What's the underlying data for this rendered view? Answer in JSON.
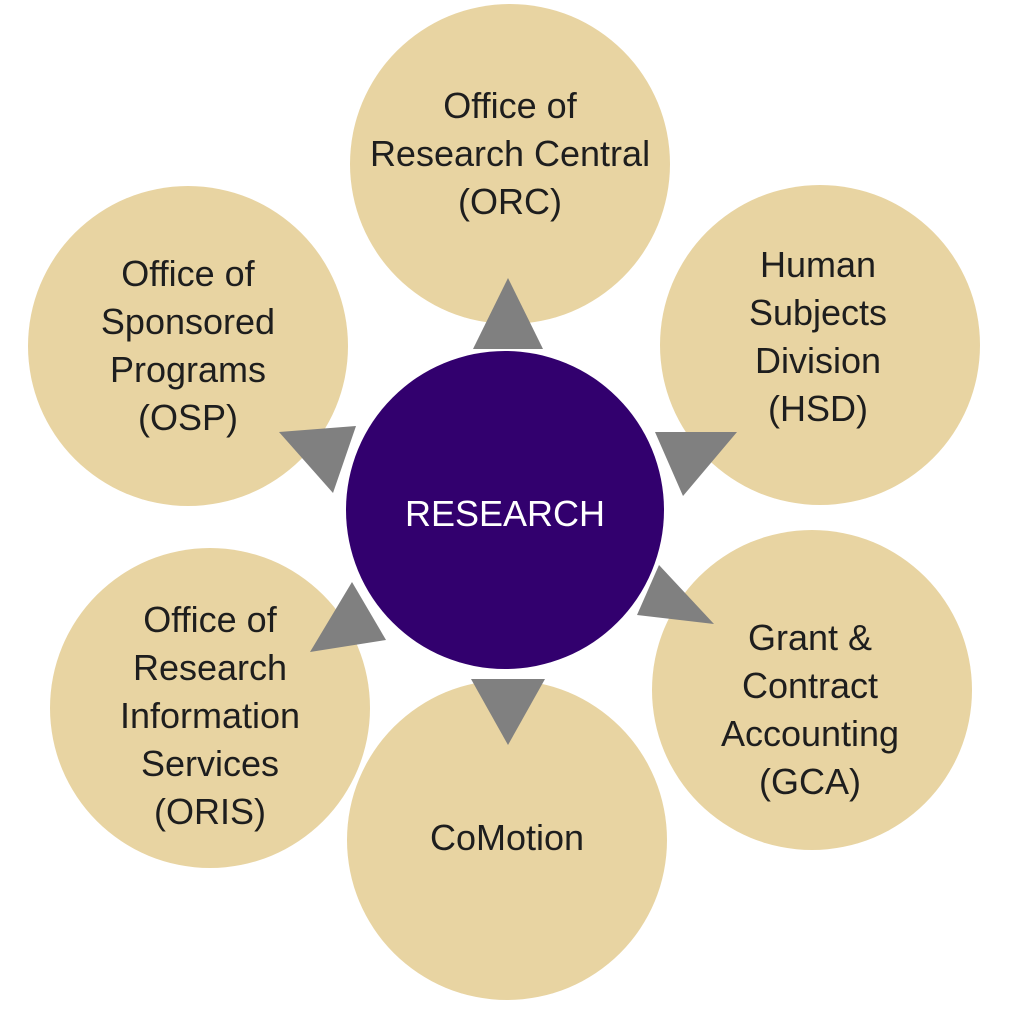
{
  "diagram": {
    "center": {
      "label": "RESEARCH"
    },
    "nodes": [
      {
        "id": "orc",
        "label": "Office of\nResearch Central\n(ORC)"
      },
      {
        "id": "hsd",
        "label": "Human\nSubjects\nDivision\n(HSD)"
      },
      {
        "id": "gca",
        "label": "Grant &\nContract\nAccounting\n(GCA)"
      },
      {
        "id": "comotion",
        "label": "CoMotion"
      },
      {
        "id": "oris",
        "label": "Office of\nResearch\nInformation\nServices\n(ORIS)"
      },
      {
        "id": "osp",
        "label": "Office of\nSponsored\nPrograms\n(OSP)"
      }
    ]
  },
  "colors": {
    "outer_fill": "#e8d4a2",
    "center_fill": "#32006e",
    "arrow_fill": "#808080",
    "outer_text": "#1e1e1e",
    "center_text": "#ffffff"
  }
}
